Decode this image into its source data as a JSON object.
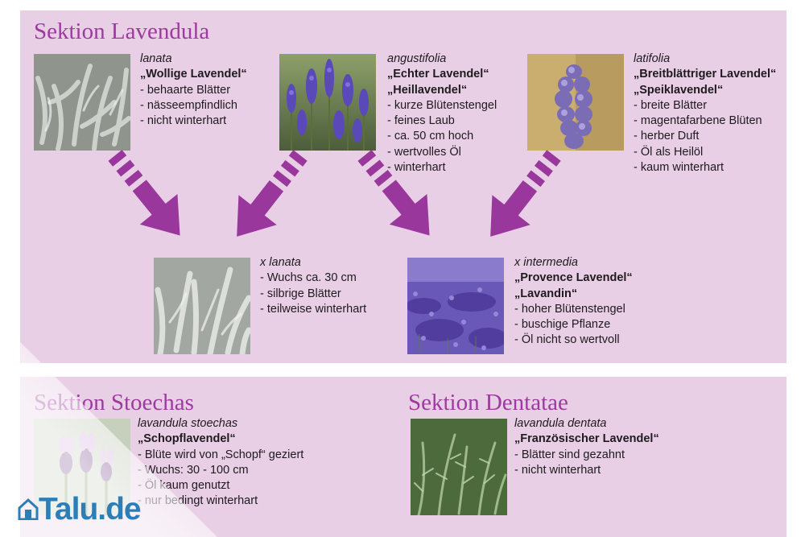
{
  "sections": {
    "lavendula": "Sektion Lavendula",
    "stoechas": "Sektion Stoechas",
    "dentatae": "Sektion Dentatae"
  },
  "species": {
    "lanata": {
      "latin": "lanata",
      "names": [
        "„Wollige Lavendel“"
      ],
      "traits": [
        "behaarte Blätter",
        "nässeempfindlich",
        "nicht winterhart"
      ]
    },
    "angustifolia": {
      "latin": "angustifolia",
      "names": [
        "„Echter Lavendel“",
        "„Heillavendel“"
      ],
      "traits": [
        "kurze Blütenstengel",
        "feines Laub",
        "ca. 50 cm hoch",
        "wertvolles Öl",
        "winterhart"
      ]
    },
    "latifolia": {
      "latin": "latifolia",
      "names": [
        "„Breitblättriger Lavendel“",
        "„Speiklavendel“"
      ],
      "traits": [
        "breite Blätter",
        "magentafarbene Blüten",
        "herber Duft",
        "Öl als Heilöl",
        "kaum winterhart"
      ]
    },
    "x_lanata": {
      "latin": "x lanata",
      "names": [],
      "traits": [
        "Wuchs ca. 30 cm",
        "silbrige Blätter",
        "teilweise winterhart"
      ]
    },
    "x_intermedia": {
      "latin": "x intermedia",
      "names": [
        "„Provence Lavendel“",
        "„Lavandin“"
      ],
      "traits": [
        "hoher Blütenstengel",
        "buschige Pflanze",
        "Öl nicht so wertvoll"
      ]
    },
    "stoechas": {
      "latin": "lavandula stoechas",
      "names": [
        "„Schopflavendel“"
      ],
      "traits": [
        "Blüte wird von „Schopf“ geziert",
        "Wuchs: 30 - 100 cm",
        "Öl kaum genutzt",
        "nur bedingt winterhart"
      ]
    },
    "dentata": {
      "latin": "lavandula dentata",
      "names": [
        "„Französischer Lavendel“"
      ],
      "traits": [
        "Blätter sind gezahnt",
        "nicht winterhart"
      ]
    }
  },
  "logo": {
    "text": "Talu.de",
    "icon": "house-icon",
    "color": "#2c7eb8"
  },
  "colors": {
    "panel": "#e8cfe5",
    "title": "#9d3a9f",
    "arrow": "#9a379c",
    "text": "#1e1a1e"
  }
}
